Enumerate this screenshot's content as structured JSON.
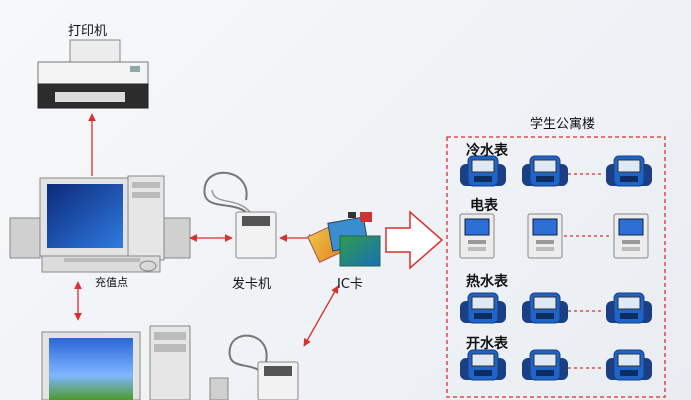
{
  "labels": {
    "printer": "打印机",
    "recharge_point": "充值点",
    "card_issuer": "发卡机",
    "ic_card": "IC卡",
    "dorm": "学生公寓楼",
    "cold_water_meter": "冷水表",
    "electric_meter": "电表",
    "hot_water_meter": "热水表",
    "boiled_water_meter": "开水表"
  },
  "colors": {
    "arrow": "#d9302c",
    "dash": "#d9302c",
    "meter_blue": "#1f64c8",
    "meter_dark": "#1a3f84",
    "device_grey": "#d9dce0"
  }
}
